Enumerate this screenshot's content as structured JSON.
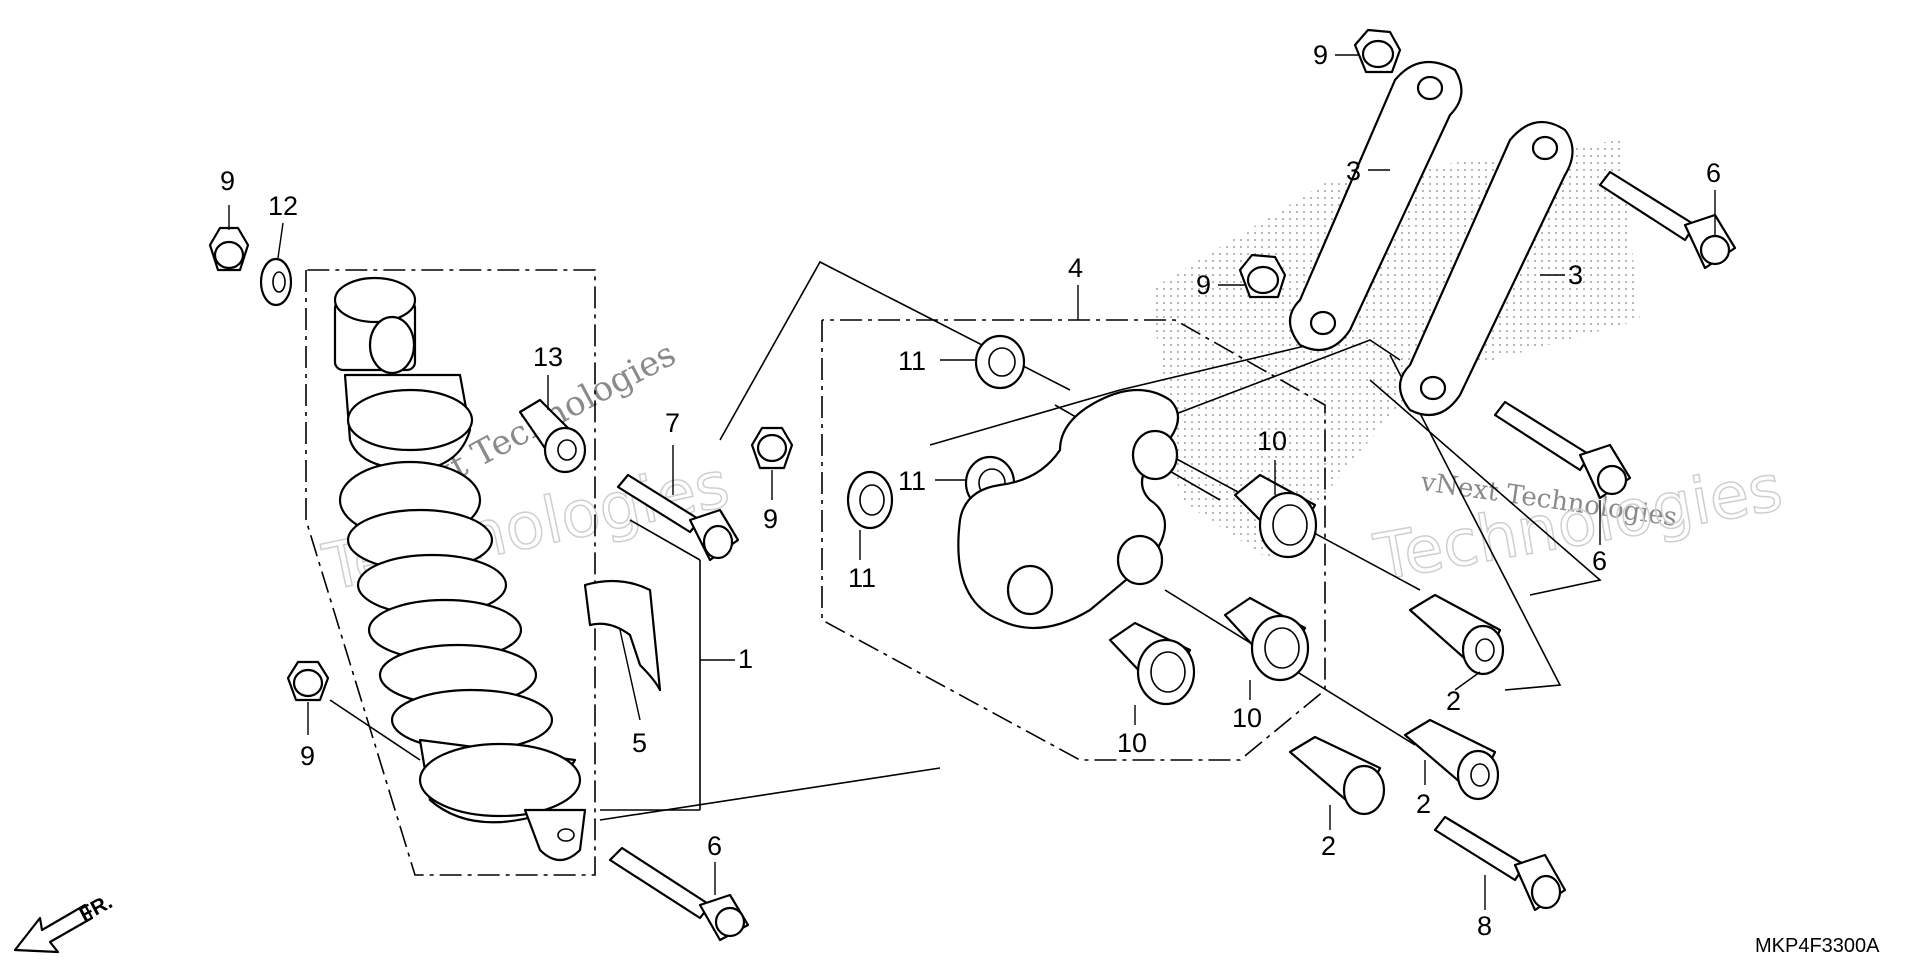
{
  "diagram": {
    "code": "MKP4F3300A",
    "front_label": "FR.",
    "watermark_line1": "vNext Technologies",
    "watermark_line2": "Technologies",
    "callouts": {
      "c9_top_left": "9",
      "c12": "12",
      "c13": "13",
      "c7": "7",
      "c9_mid": "9",
      "c1": "1",
      "c5": "5",
      "c9_bottom_left": "9",
      "c6_bottom": "6",
      "c4": "4",
      "c11_top": "11",
      "c11_mid": "11",
      "c11_bottom": "11",
      "c10_top": "10",
      "c10_mid": "10",
      "c10_bottom": "10",
      "c9_top_right": "9",
      "c9_link": "9",
      "c3_upper": "3",
      "c3_lower": "3",
      "c6_top_right": "6",
      "c6_mid_right": "6",
      "c2_right": "2",
      "c2_mid": "2",
      "c2_bottom": "2",
      "c8": "8"
    }
  }
}
